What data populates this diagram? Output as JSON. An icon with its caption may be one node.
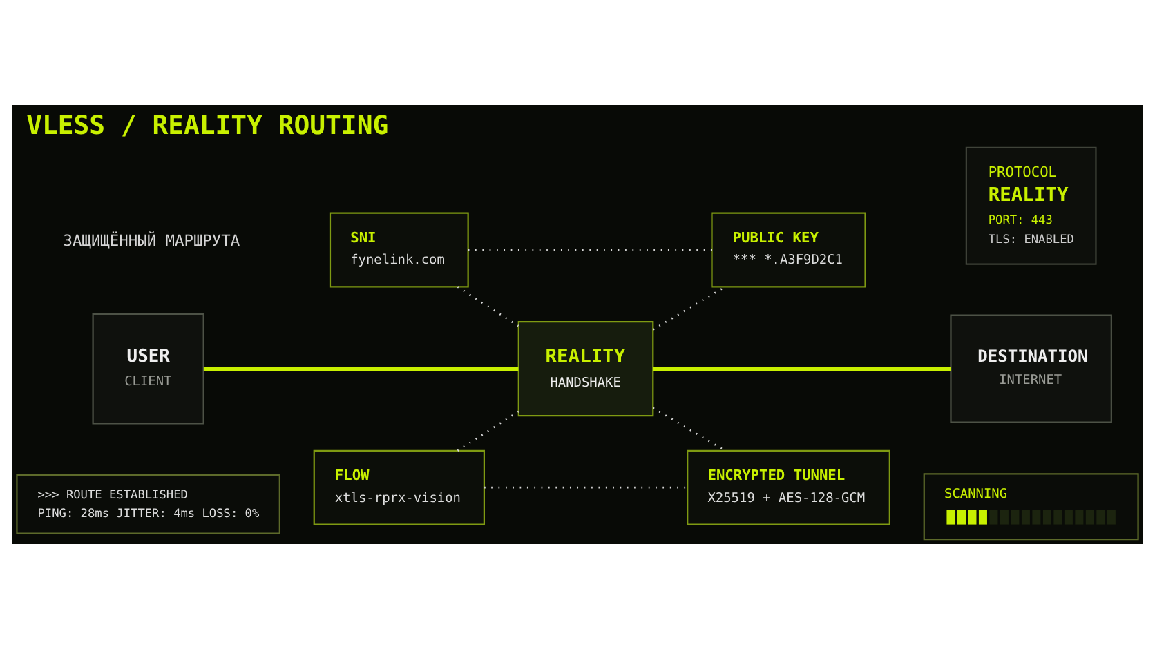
{
  "diagram": {
    "title": "VLESS / REALITY ROUTING",
    "nodes": [
      {
        "text": [
          "USER",
          "CLIENT"
        ]
      },
      {
        "text": [
          "SNI",
          "fynelink.com"
        ]
      },
      {
        "text": [
          "PUBLIC KEY",
          "*** *.A3F9D2C1"
        ]
      },
      {
        "text": [
          "REALITY",
          "HANDSHAKE"
        ]
      },
      {
        "text": [
          "DESTINATION",
          "INTERNET"
        ]
      },
      {
        "text": [
          "FLOW",
          "xtls-rprx-vision"
        ]
      },
      {
        "text": [
          "ENCRYPTED TUNNEL",
          "X25519 + AES-128-GCM"
        ]
      },
      {
        "text": [
          "PROTOCOL",
          "REALITY",
          "PORT: 443",
          "TLS: ENABLED"
        ]
      },
      {
        "text": [
          ">>> ROUTE ESTABLISHED",
          "PING: 28ms JITTER: 4ms LOSS: 0%"
        ]
      },
      {
        "text": [
          "SCANNING"
        ]
      }
    ],
    "edges": [
      {
        "from": 0,
        "to": 3,
        "arrow": "none",
        "style": "thick",
        "color": "#c8f000"
      },
      {
        "from": 3,
        "to": 4,
        "arrow": "none",
        "style": "thick",
        "color": "#c8f000"
      },
      {
        "from": 1,
        "to": 3,
        "arrow": "none",
        "style": "dashed"
      },
      {
        "from": 3,
        "to": 2,
        "arrow": "none",
        "style": "dashed"
      },
      {
        "from": 1,
        "to": 2,
        "arrow": "none",
        "style": "dashed"
      },
      {
        "from": 5,
        "to": 3,
        "arrow": "none",
        "style": "dashed"
      },
      {
        "from": 3,
        "to": 6,
        "arrow": "none",
        "style": "dashed"
      },
      {
        "from": 5,
        "to": 6,
        "arrow": "none",
        "style": "dashed"
      }
    ],
    "labels": [
      "ЗАЩИЩЁННЫЙ МАРШРУТА"
    ]
  }
}
